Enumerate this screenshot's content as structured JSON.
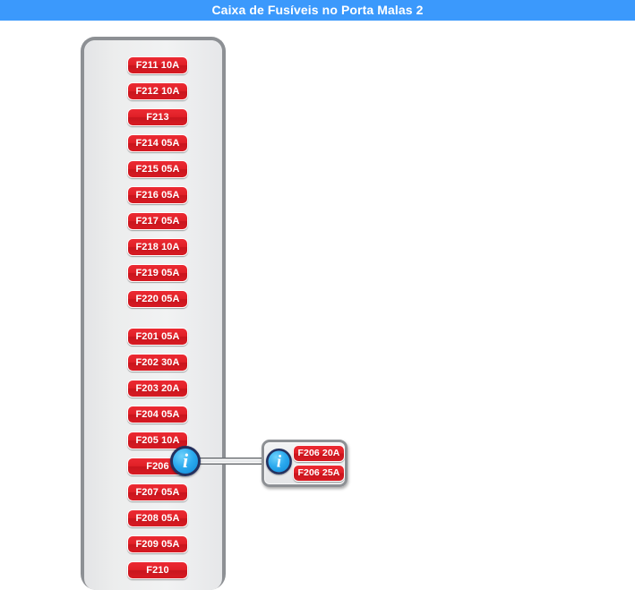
{
  "header": {
    "title": "Caixa de Fusíveis no Porta Malas 2",
    "bar_color": "#3b99fc",
    "text_color": "#ffffff"
  },
  "fusebox": {
    "name": "fuse-box-panel",
    "body_color": "#e9eaec",
    "border_color": "#8d9094",
    "fuse_color": "#e02027",
    "groups": [
      {
        "name": "group-f211-f220",
        "fuses": [
          {
            "label": "F211 10A"
          },
          {
            "label": "F212 10A"
          },
          {
            "label": "F213"
          },
          {
            "label": "F214 05A"
          },
          {
            "label": "F215 05A"
          },
          {
            "label": "F216 05A"
          },
          {
            "label": "F217 05A"
          },
          {
            "label": "F218 10A"
          },
          {
            "label": "F219 05A"
          },
          {
            "label": "F220 05A"
          }
        ]
      },
      {
        "name": "group-f201-f210",
        "fuses": [
          {
            "label": "F201 05A"
          },
          {
            "label": "F202 30A"
          },
          {
            "label": "F203 20A"
          },
          {
            "label": "F204 05A"
          },
          {
            "label": "F205 10A"
          },
          {
            "label": "F206"
          },
          {
            "label": "F207 05A"
          },
          {
            "label": "F208 05A"
          },
          {
            "label": "F209 05A"
          },
          {
            "label": "F210"
          }
        ]
      }
    ]
  },
  "callout": {
    "name": "fuse-detail-callout",
    "source_fuse": "F206",
    "icon_glyph": "i",
    "icon_color": "#2aa9ee",
    "options": [
      {
        "label": "F206 20A"
      },
      {
        "label": "F206 25A"
      }
    ]
  }
}
